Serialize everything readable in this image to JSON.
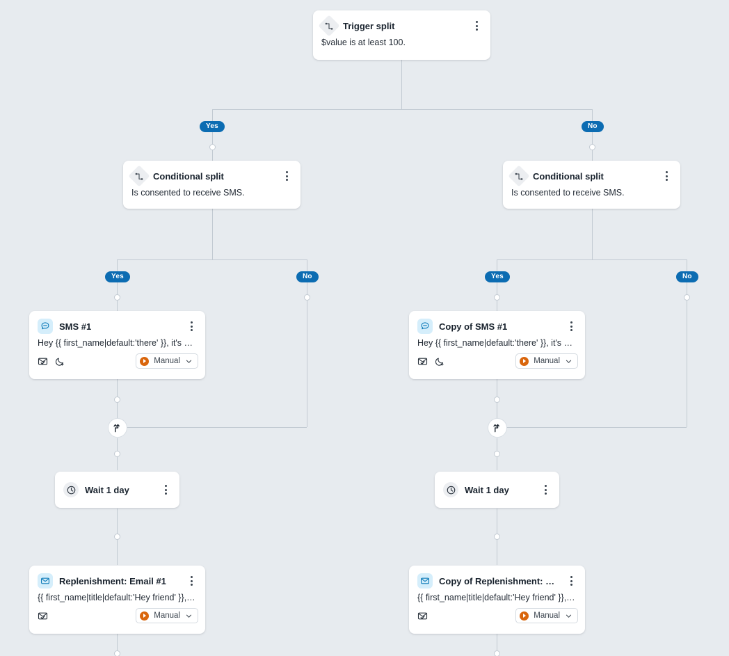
{
  "canvas": {
    "background_color": "#e7ebef",
    "line_color": "#c2cad2",
    "branch_pill_color": "#0c6cb2",
    "manual_accent_color": "#d9660d",
    "message_icon_bg": "#d5eefb"
  },
  "branch_labels": {
    "yes": "Yes",
    "no": "No"
  },
  "nodes": {
    "trigger_split": {
      "title": "Trigger split",
      "body": "$value is at least 100.",
      "icon": "split-diamond-icon",
      "menu_icon": "kebab-menu-icon"
    },
    "conditional_split_left": {
      "title": "Conditional split",
      "body": "Is consented to receive SMS.",
      "icon": "split-diamond-icon",
      "menu_icon": "kebab-menu-icon"
    },
    "conditional_split_right": {
      "title": "Conditional split",
      "body": "Is consented to receive SMS.",
      "icon": "split-diamond-icon",
      "menu_icon": "kebab-menu-icon"
    },
    "sms_1": {
      "title": "SMS #1",
      "body": "Hey {{ first_name|default:'there' }}, it's be…",
      "icon": "sms-bubble-icon",
      "menu_icon": "kebab-menu-icon",
      "footer_icons": [
        "envelope-check-icon",
        "quiet-hours-moon-icon"
      ],
      "send_mode": "Manual",
      "send_mode_icon": "manual-play-icon",
      "send_mode_chevron": "chevron-down-icon"
    },
    "sms_1_copy": {
      "title": "Copy of SMS #1",
      "body": "Hey {{ first_name|default:'there' }}, it's be…",
      "icon": "sms-bubble-icon",
      "menu_icon": "kebab-menu-icon",
      "footer_icons": [
        "envelope-check-icon",
        "quiet-hours-moon-icon"
      ],
      "send_mode": "Manual",
      "send_mode_icon": "manual-play-icon",
      "send_mode_chevron": "chevron-down-icon"
    },
    "wait_left": {
      "title": "Wait 1 day",
      "icon": "clock-icon",
      "menu_icon": "kebab-menu-icon"
    },
    "wait_right": {
      "title": "Wait 1 day",
      "icon": "clock-icon",
      "menu_icon": "kebab-menu-icon"
    },
    "email_1": {
      "title": "Replenishment: Email #1",
      "body": "{{ first_name|title|default:'Hey friend' }}, r…",
      "icon": "email-envelope-icon",
      "menu_icon": "kebab-menu-icon",
      "footer_icons": [
        "envelope-check-icon"
      ],
      "send_mode": "Manual",
      "send_mode_icon": "manual-play-icon",
      "send_mode_chevron": "chevron-down-icon"
    },
    "email_1_copy": {
      "title": "Copy of Replenishment: Em…",
      "body": "{{ first_name|title|default:'Hey friend' }}, r…",
      "icon": "email-envelope-icon",
      "menu_icon": "kebab-menu-icon",
      "footer_icons": [
        "envelope-check-icon"
      ],
      "send_mode": "Manual",
      "send_mode_icon": "manual-play-icon",
      "send_mode_chevron": "chevron-down-icon"
    },
    "merge_left": {
      "icon": "branch-merge-icon"
    },
    "merge_right": {
      "icon": "branch-merge-icon"
    }
  }
}
